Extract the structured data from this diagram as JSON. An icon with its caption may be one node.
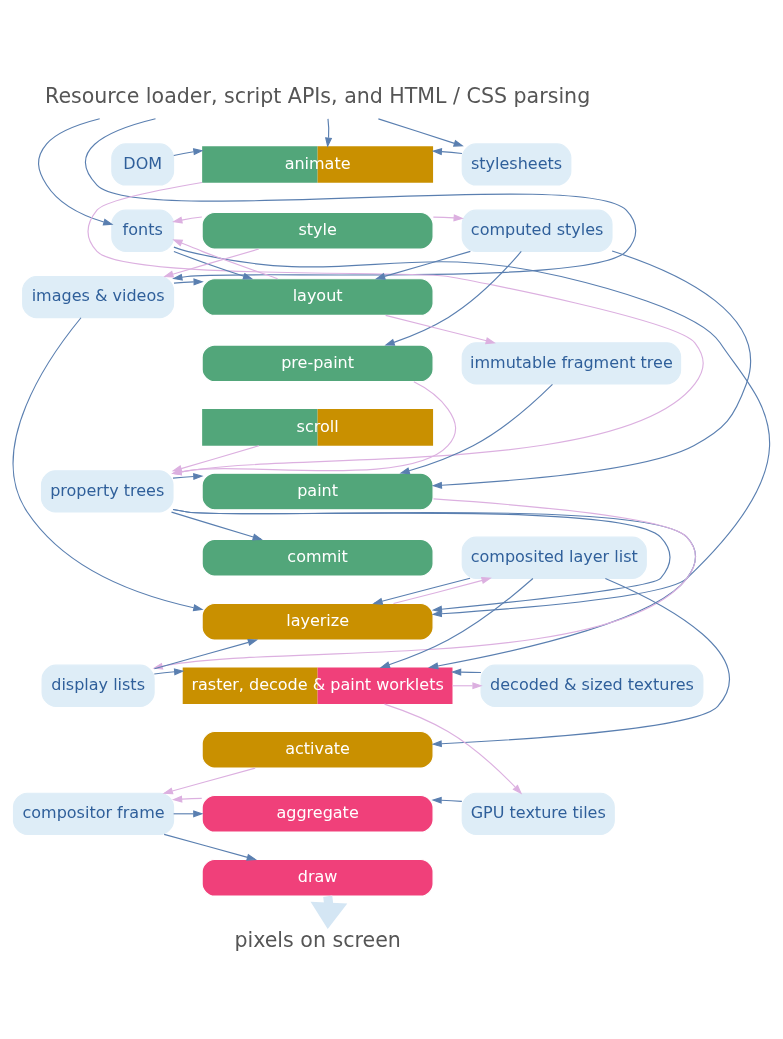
{
  "diagram": {
    "nodes": [
      {
        "text": [
          "Resource loader, script APIs, and HTML / CSS parsing"
        ]
      },
      {
        "text": [
          "DOM"
        ]
      },
      {
        "text": [
          "animate"
        ]
      },
      {
        "text": [
          "stylesheets"
        ]
      },
      {
        "text": [
          "fonts"
        ]
      },
      {
        "text": [
          "style"
        ]
      },
      {
        "text": [
          "computed styles"
        ]
      },
      {
        "text": [
          "images & videos"
        ]
      },
      {
        "text": [
          "layout"
        ]
      },
      {
        "text": [
          "pre-paint"
        ]
      },
      {
        "text": [
          "immutable fragment tree"
        ]
      },
      {
        "text": [
          "scroll"
        ]
      },
      {
        "text": [
          "property trees"
        ]
      },
      {
        "text": [
          "paint"
        ]
      },
      {
        "text": [
          "commit"
        ]
      },
      {
        "text": [
          "composited layer list"
        ]
      },
      {
        "text": [
          "layerize"
        ]
      },
      {
        "text": [
          "display lists"
        ]
      },
      {
        "text": [
          "raster, decode & paint worklets"
        ]
      },
      {
        "text": [
          "decoded & sized textures"
        ]
      },
      {
        "text": [
          "activate"
        ]
      },
      {
        "text": [
          "compositor frame"
        ]
      },
      {
        "text": [
          "aggregate"
        ]
      },
      {
        "text": [
          "GPU texture tiles"
        ]
      },
      {
        "text": [
          "draw"
        ]
      },
      {
        "text": [
          "pixels on screen"
        ]
      }
    ],
    "edges": [
      {
        "from": 0,
        "to": 4,
        "arrow": "to"
      },
      {
        "from": 0,
        "to": 7,
        "arrow": "to"
      },
      {
        "from": 0,
        "to": 2,
        "arrow": "to"
      },
      {
        "from": 0,
        "to": 3,
        "arrow": "to"
      },
      {
        "from": 1,
        "to": 2,
        "arrow": "to"
      },
      {
        "from": 3,
        "to": 2,
        "arrow": "to"
      },
      {
        "from": 5,
        "to": 4,
        "arrow": "to",
        "color": "#dcb0e0"
      },
      {
        "from": 5,
        "to": 6,
        "arrow": "to",
        "color": "#dcb0e0"
      },
      {
        "from": 4,
        "to": 8,
        "arrow": "to"
      },
      {
        "from": 8,
        "to": 4,
        "arrow": "to",
        "color": "#dcb0e0"
      },
      {
        "from": 5,
        "to": 7,
        "arrow": "to",
        "color": "#dcb0e0"
      },
      {
        "from": 7,
        "to": 8,
        "arrow": "to"
      },
      {
        "from": 6,
        "to": 8,
        "arrow": "to"
      },
      {
        "from": 6,
        "to": 9,
        "arrow": "to"
      },
      {
        "from": 6,
        "to": 13,
        "arrow": "to"
      },
      {
        "from": 8,
        "to": 10,
        "arrow": "to",
        "color": "#dcb0e0"
      },
      {
        "from": 10,
        "to": 13,
        "arrow": "to"
      },
      {
        "from": 2,
        "to": 12,
        "arrow": "to",
        "color": "#dcb0e0"
      },
      {
        "from": 9,
        "to": 12,
        "arrow": "to",
        "color": "#dcb0e0"
      },
      {
        "from": 11,
        "to": 12,
        "arrow": "to",
        "color": "#dcb0e0"
      },
      {
        "from": 4,
        "to": 16,
        "arrow": "to"
      },
      {
        "from": 7,
        "to": 16,
        "arrow": "to"
      },
      {
        "from": 12,
        "to": 13,
        "arrow": "to"
      },
      {
        "from": 12,
        "to": 14,
        "arrow": "to"
      },
      {
        "from": 12,
        "to": 16,
        "arrow": "to"
      },
      {
        "from": 12,
        "to": 18,
        "arrow": "to"
      },
      {
        "from": 13,
        "to": 17,
        "arrow": "to",
        "color": "#dcb0e0"
      },
      {
        "from": 16,
        "to": 15,
        "arrow": "to",
        "color": "#dcb0e0"
      },
      {
        "from": 15,
        "to": 16,
        "arrow": "to"
      },
      {
        "from": 15,
        "to": 18,
        "arrow": "to"
      },
      {
        "from": 17,
        "to": 16,
        "arrow": "to"
      },
      {
        "from": 17,
        "to": 18,
        "arrow": "to"
      },
      {
        "from": 18,
        "to": 19,
        "arrow": "to",
        "color": "#dcb0e0"
      },
      {
        "from": 19,
        "to": 18,
        "arrow": "to"
      },
      {
        "from": 15,
        "to": 20,
        "arrow": "to"
      },
      {
        "from": 18,
        "to": 23,
        "arrow": "to",
        "color": "#dcb0e0"
      },
      {
        "from": 20,
        "to": 21,
        "arrow": "to",
        "color": "#dcb0e0"
      },
      {
        "from": 21,
        "to": 22,
        "arrow": "to"
      },
      {
        "from": 22,
        "to": 21,
        "arrow": "to",
        "color": "#dcb0e0"
      },
      {
        "from": 23,
        "to": 22,
        "arrow": "to"
      },
      {
        "from": 21,
        "to": 24,
        "arrow": "to"
      },
      {
        "from": 24,
        "to": 25,
        "arrow": "to",
        "style": "thick",
        "color": "#d4e6f4"
      }
    ]
  }
}
